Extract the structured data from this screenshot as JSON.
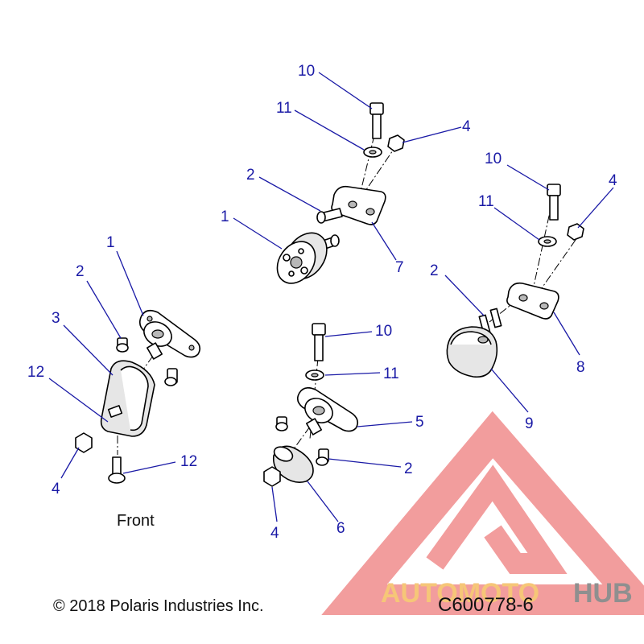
{
  "colors": {
    "callout": "#1a1aa6",
    "line": "#000000",
    "watermark_red": "#f08c8c",
    "watermark_orange": "#f6c678",
    "watermark_grey": "#8f8f8f"
  },
  "watermark": {
    "part1": "AUTOMOTO",
    "part2": "HUB"
  },
  "diagram": {
    "front_label": "Front",
    "copyright": "© 2018 Polaris Industries Inc.",
    "drawing_number": "C600778-6",
    "callouts": [
      {
        "id": "c-top-10",
        "text": "10"
      },
      {
        "id": "c-top-11",
        "text": "11"
      },
      {
        "id": "c-top-4",
        "text": "4"
      },
      {
        "id": "c-top-2",
        "text": "2"
      },
      {
        "id": "c-top-1",
        "text": "1"
      },
      {
        "id": "c-top-7",
        "text": "7"
      },
      {
        "id": "c-right-10",
        "text": "10"
      },
      {
        "id": "c-right-4",
        "text": "4"
      },
      {
        "id": "c-right-11",
        "text": "11"
      },
      {
        "id": "c-right-2",
        "text": "2"
      },
      {
        "id": "c-right-8",
        "text": "8"
      },
      {
        "id": "c-right-9",
        "text": "9"
      },
      {
        "id": "c-left-1",
        "text": "1"
      },
      {
        "id": "c-left-2",
        "text": "2"
      },
      {
        "id": "c-left-3",
        "text": "3"
      },
      {
        "id": "c-left-12a",
        "text": "12"
      },
      {
        "id": "c-left-4",
        "text": "4"
      },
      {
        "id": "c-left-12b",
        "text": "12"
      },
      {
        "id": "c-mid-10",
        "text": "10"
      },
      {
        "id": "c-mid-11",
        "text": "11"
      },
      {
        "id": "c-mid-5",
        "text": "5"
      },
      {
        "id": "c-mid-2",
        "text": "2"
      },
      {
        "id": "c-mid-4",
        "text": "4"
      },
      {
        "id": "c-mid-6",
        "text": "6"
      }
    ]
  }
}
